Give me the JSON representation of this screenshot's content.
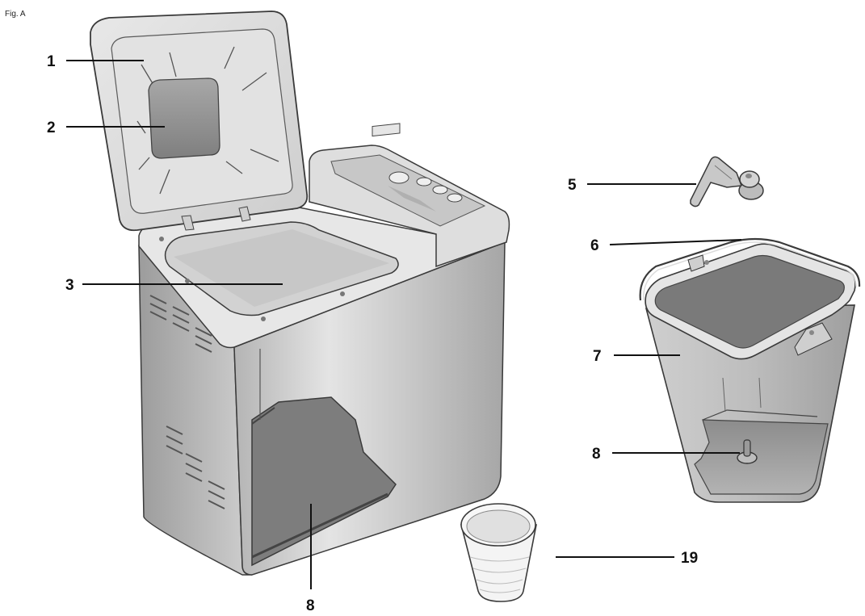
{
  "figure": {
    "title": "Fig. A",
    "callouts": [
      {
        "id": "lid",
        "number": "1"
      },
      {
        "id": "viewing-window",
        "number": "2"
      },
      {
        "id": "baking-chamber",
        "number": "3"
      },
      {
        "id": "kneading-paddle",
        "number": "5"
      },
      {
        "id": "pan-handle",
        "number": "6"
      },
      {
        "id": "bread-pan",
        "number": "7"
      },
      {
        "id": "pan-drive-shaft",
        "number": "8"
      },
      {
        "id": "chamber-drive",
        "number": "8"
      },
      {
        "id": "measuring-cup",
        "number": "19"
      }
    ]
  },
  "colors": {
    "body_light": "#dcdcdc",
    "body_mid": "#b8b8b8",
    "body_dark": "#8e8e8e",
    "interior": "#999999",
    "outline": "#3a3a3a",
    "background": "#ffffff"
  }
}
